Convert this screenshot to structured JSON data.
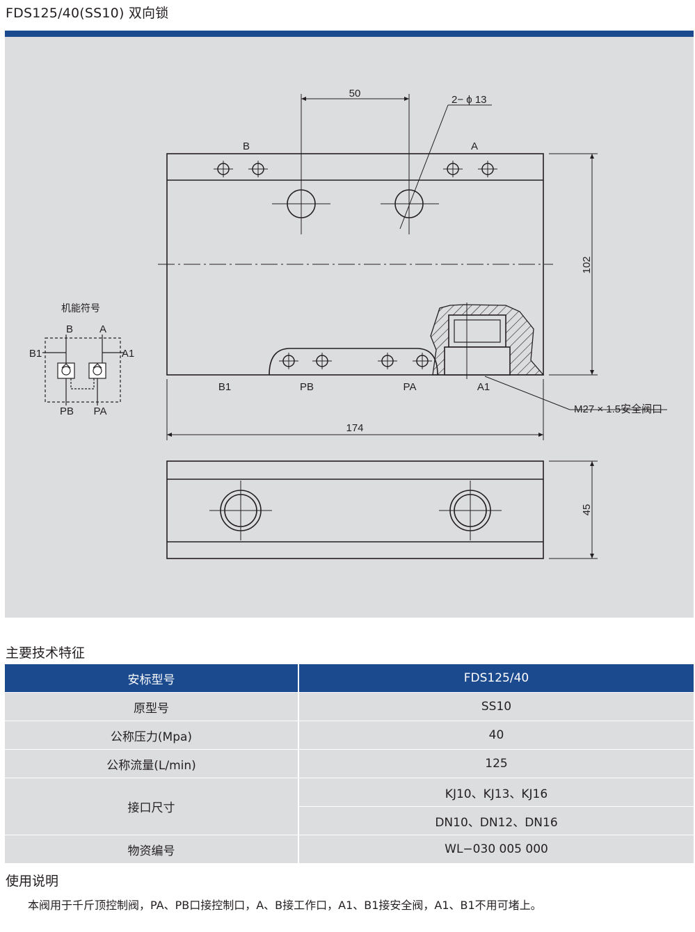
{
  "page": {
    "title": "FDS125/40(SS10) 双向锁"
  },
  "drawing": {
    "dim_hole_spacing": "50",
    "dim_hole_callout": "2− ϕ 13",
    "dim_height": "102",
    "dim_length": "174",
    "dim_width": "45",
    "thread_callout": "M27 × 1.5安全阀口",
    "port_top_left": "B",
    "port_top_right": "A",
    "ports_bottom": [
      "B1",
      "PB",
      "PA",
      "A1"
    ],
    "symbol": {
      "title": "机能符号",
      "top_labels": [
        "B",
        "A"
      ],
      "side_labels": [
        "B1",
        "A1"
      ],
      "bottom_labels": [
        "PB",
        "PA"
      ]
    }
  },
  "specs": {
    "heading": "主要技术特征",
    "header": [
      "安标型号",
      "FDS125/40"
    ],
    "rows": [
      {
        "label": "原型号",
        "value": "SS10"
      },
      {
        "label": "公称压力(Mpa)",
        "value": "40"
      },
      {
        "label": "公称流量(L/min)",
        "value": "125"
      },
      {
        "label": "接口尺寸",
        "values": [
          "KJ10、KJ13、KJ16",
          "DN10、DN12、DN16"
        ]
      },
      {
        "label": "物资编号",
        "value": "WL−030 005 000"
      }
    ]
  },
  "usage": {
    "heading": "使用说明",
    "text": "本阀用于千斤顶控制阀，PA、PB口接控制口，A、B接工作口，A1、B1接安全阀，A1、B1不用可堵上。"
  },
  "colors": {
    "accent_blue": "#1c4a8f",
    "panel_gray": "#dcdddf",
    "ink": "#231f20"
  }
}
